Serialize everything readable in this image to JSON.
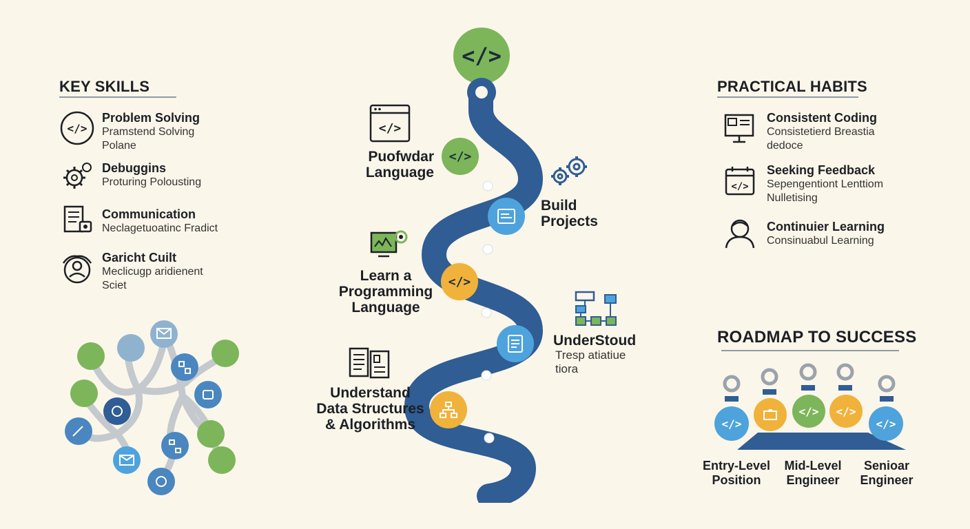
{
  "key_skills": {
    "title": "KEY SKILLS",
    "items": [
      {
        "title": "Problem Solving",
        "desc_1": "Pramstend Solving",
        "desc_2": "Polane",
        "icon": "code-circle-icon"
      },
      {
        "title": "Debuggins",
        "desc_1": "Proturing Polousting",
        "icon": "gear-bug-icon"
      },
      {
        "title": "Communication",
        "desc_1": "Neclagetuoatinc Fradict",
        "icon": "document-chat-icon"
      },
      {
        "title": "Garicht Cuilt",
        "desc_1": "Meclicugp aridienent",
        "desc_2": "Sciet",
        "icon": "team-icon"
      }
    ]
  },
  "practical_habits": {
    "title": "PRACTICAL HABITS",
    "items": [
      {
        "title": "Consistent Coding",
        "desc_1": "Consistetierd Breastia",
        "desc_2": "dedoce",
        "icon": "monitor-icon"
      },
      {
        "title": "Seeking Feedback",
        "desc_1": "Sepengentiont Lenttiom",
        "desc_2": "Nulletising",
        "icon": "calendar-code-icon"
      },
      {
        "title": "Continuier Learning",
        "desc_1": "Consinuabul Learning",
        "icon": "person-icon"
      }
    ]
  },
  "center_path": {
    "top_glyph": "</>",
    "steps": [
      {
        "label_1": "Puofwdar",
        "label_2": "Language",
        "glyph": "</>",
        "icon": "browser-code-icon"
      },
      {
        "label_1": "Build",
        "label_2": "Projects",
        "icon": "gears-icon"
      },
      {
        "label_1": "Learn a",
        "label_2": "Programming",
        "label_3": "Language",
        "glyph": "</>",
        "icon": "monitor-gear-icon"
      },
      {
        "label_1": "UnderStoud",
        "desc_1": "Tresp atiatiue",
        "desc_2": "tiora",
        "icon": "flowchart-icon"
      },
      {
        "label_1": "Understand",
        "label_2": "Data Structures",
        "label_3": "& Algorithms",
        "icon": "documents-icon"
      }
    ]
  },
  "roadmap": {
    "title": "ROADMAP TO SUCCESS",
    "glyph": "</>",
    "roles": [
      {
        "line_1": "Entry-Level",
        "line_2": "Position"
      },
      {
        "line_1": "Mid-Level",
        "line_2": "Engineer"
      },
      {
        "line_1": "Senioar",
        "line_2": "Engineer"
      }
    ]
  },
  "colors": {
    "background": "#fbf6ea",
    "path_blue": "#2f5d94",
    "green": "#7cb55a",
    "orange": "#f0b23a",
    "light_blue": "#4ea3dc",
    "network_line": "#c3c9cd"
  }
}
